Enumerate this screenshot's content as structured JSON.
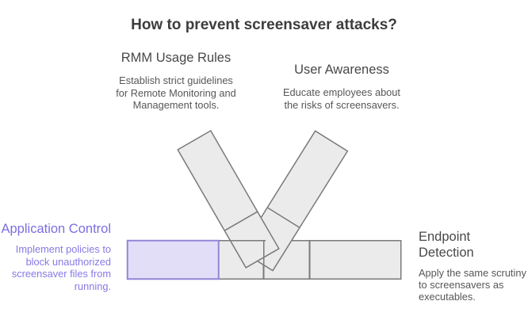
{
  "title": "How to prevent screensaver attacks?",
  "sections": {
    "rmm": {
      "heading": "RMM Usage Rules",
      "lines": [
        "Establish strict guidelines",
        "for Remote Monitoring and",
        "Management tools."
      ]
    },
    "user": {
      "heading": "User Awareness",
      "lines": [
        "Educate employees about",
        "the risks of screensavers."
      ]
    },
    "app": {
      "heading": "Application Control",
      "highlighted": true,
      "lines": [
        "Implement policies to",
        "block unauthorized",
        "screensaver files from",
        "running."
      ]
    },
    "endpoint": {
      "heading": "Endpoint Detection",
      "lines": [
        "Apply the same scrutiny",
        "to screensavers as",
        "executables."
      ]
    }
  },
  "diagram": {
    "type": "crossed-bars",
    "horizontal_segments": 4,
    "highlighted_segment_index": 0,
    "diagonal_bars": 2,
    "segments_per_diagonal": 2
  },
  "colors": {
    "background": "#ffffff",
    "title_text": "#3d3d3d",
    "heading_text": "#484848",
    "body_text": "#575757",
    "accent_heading": "#7b6ee2",
    "accent_body": "#8679e6",
    "bar_fill": "#ebebeb",
    "bar_stroke": "#7a7a7a",
    "highlight_fill": "#e3def8",
    "highlight_stroke": "#9186d8"
  }
}
